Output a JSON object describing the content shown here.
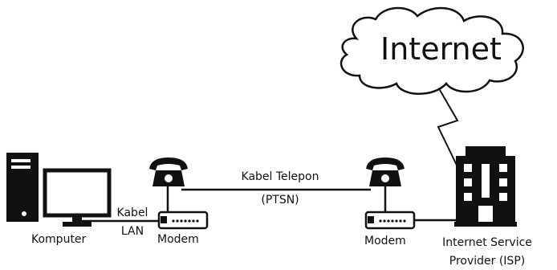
{
  "cloud": {
    "label": "Internet"
  },
  "computer": {
    "label": "Komputer"
  },
  "lan_cable": {
    "label_line1": "Kabel",
    "label_line2": "LAN"
  },
  "modem_left": {
    "label": "Modem"
  },
  "phone_cable": {
    "label_line1": "Kabel Telepon",
    "label_line2": "(PTSN)"
  },
  "modem_right": {
    "label": "Modem"
  },
  "isp": {
    "label_line1": "Internet Service",
    "label_line2": "Provider (ISP)"
  },
  "colors": {
    "stroke": "#111111",
    "background": "#ffffff"
  }
}
